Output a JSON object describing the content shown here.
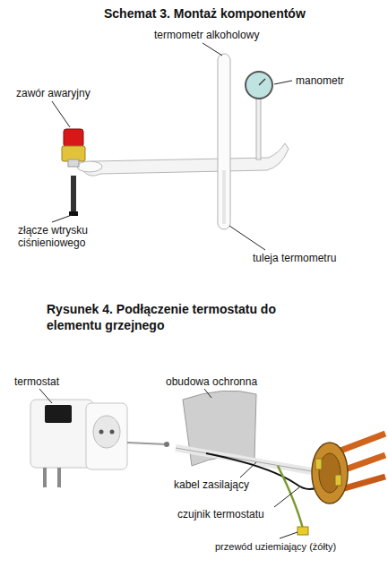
{
  "diagram": {
    "title": "Schemat 3. Montaż komponentów",
    "labels": [
      "termometr alkoholowy",
      "zawór awaryjny",
      "manometr",
      "złącze wtrysku ciśnieniowego",
      "tuleja termometru",
      "Rysunek 4. Podłączenie termostatu do elementu grzejnego",
      "termostat",
      "obudowa ochronna",
      "kabel zasilający",
      "czujnik termostatu",
      "przewód uziemiający (żółty)"
    ]
  }
}
